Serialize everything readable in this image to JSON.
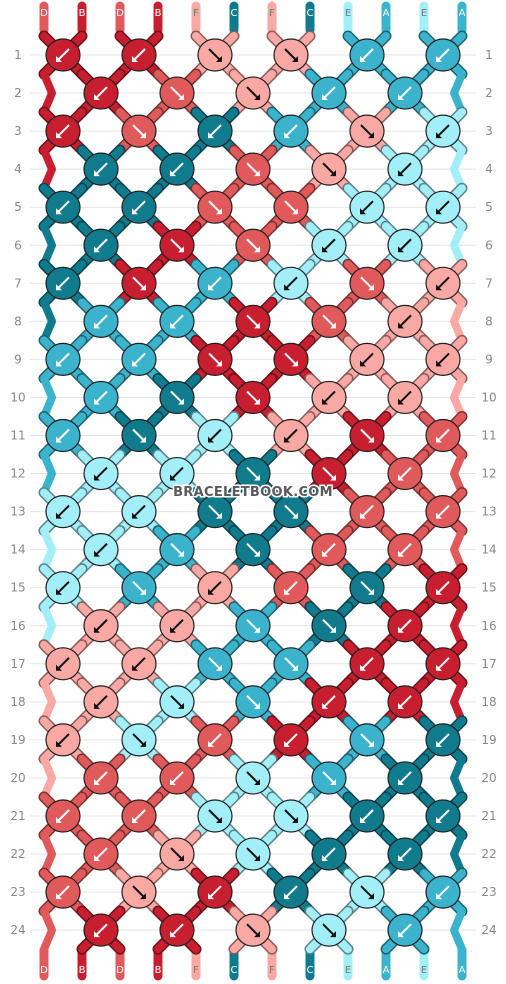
{
  "colors": {
    "D": "#e05a5c",
    "B": "#c71f2f",
    "F": "#faa8a4",
    "C": "#117b8e",
    "E": "#a3eff9",
    "A": "#3bb3cc"
  },
  "strands_top": [
    "D",
    "B",
    "D",
    "B",
    "F",
    "C",
    "F",
    "C",
    "E",
    "A",
    "E",
    "A"
  ],
  "strands_bottom": [
    "D",
    "B",
    "D",
    "B",
    "F",
    "C",
    "F",
    "C",
    "E",
    "A",
    "E",
    "A"
  ],
  "row_numbers": [
    "1",
    "2",
    "3",
    "4",
    "5",
    "6",
    "7",
    "8",
    "9",
    "10",
    "11",
    "12",
    "13",
    "14",
    "15",
    "16",
    "17",
    "18",
    "19",
    "20",
    "21",
    "22",
    "23",
    "24"
  ],
  "watermark": "BRACELETBOOK.COM",
  "knots": [
    [
      [
        "B",
        "sw"
      ],
      [
        "B",
        "sw"
      ],
      [
        "F",
        "se"
      ],
      [
        "F",
        "se"
      ],
      [
        "A",
        "sw"
      ],
      [
        "A",
        "sw"
      ]
    ],
    [
      [
        "B",
        "sw"
      ],
      [
        "D",
        "se"
      ],
      [
        "F",
        "se"
      ],
      [
        "A",
        "sw"
      ],
      [
        "A",
        "sw"
      ]
    ],
    [
      [
        "B",
        "sw"
      ],
      [
        "D",
        "se"
      ],
      [
        "C",
        "sw"
      ],
      [
        "A",
        "sw"
      ],
      [
        "F",
        "se"
      ],
      [
        "E",
        "sw"
      ]
    ],
    [
      [
        "C",
        "sw"
      ],
      [
        "C",
        "sw"
      ],
      [
        "D",
        "se"
      ],
      [
        "F",
        "se"
      ],
      [
        "E",
        "sw"
      ]
    ],
    [
      [
        "C",
        "sw"
      ],
      [
        "C",
        "sw"
      ],
      [
        "D",
        "se"
      ],
      [
        "D",
        "se"
      ],
      [
        "E",
        "sw"
      ],
      [
        "E",
        "sw"
      ]
    ],
    [
      [
        "C",
        "sw"
      ],
      [
        "B",
        "se"
      ],
      [
        "D",
        "se"
      ],
      [
        "E",
        "sw"
      ],
      [
        "E",
        "sw"
      ]
    ],
    [
      [
        "C",
        "sw"
      ],
      [
        "B",
        "se"
      ],
      [
        "A",
        "sw"
      ],
      [
        "E",
        "sw"
      ],
      [
        "D",
        "se"
      ],
      [
        "F",
        "sw"
      ]
    ],
    [
      [
        "A",
        "sw"
      ],
      [
        "A",
        "sw"
      ],
      [
        "B",
        "se"
      ],
      [
        "D",
        "se"
      ],
      [
        "F",
        "sw"
      ]
    ],
    [
      [
        "A",
        "sw"
      ],
      [
        "A",
        "sw"
      ],
      [
        "B",
        "se"
      ],
      [
        "B",
        "se"
      ],
      [
        "F",
        "sw"
      ],
      [
        "F",
        "sw"
      ]
    ],
    [
      [
        "A",
        "sw"
      ],
      [
        "C",
        "se"
      ],
      [
        "B",
        "se"
      ],
      [
        "F",
        "sw"
      ],
      [
        "F",
        "sw"
      ]
    ],
    [
      [
        "A",
        "sw"
      ],
      [
        "C",
        "se"
      ],
      [
        "E",
        "sw"
      ],
      [
        "F",
        "sw"
      ],
      [
        "B",
        "se"
      ],
      [
        "D",
        "sw"
      ]
    ],
    [
      [
        "E",
        "sw"
      ],
      [
        "E",
        "sw"
      ],
      [
        "C",
        "se"
      ],
      [
        "B",
        "se"
      ],
      [
        "D",
        "sw"
      ]
    ],
    [
      [
        "E",
        "sw"
      ],
      [
        "E",
        "sw"
      ],
      [
        "C",
        "se"
      ],
      [
        "C",
        "se"
      ],
      [
        "D",
        "sw"
      ],
      [
        "D",
        "sw"
      ]
    ],
    [
      [
        "E",
        "sw"
      ],
      [
        "A",
        "se"
      ],
      [
        "C",
        "se"
      ],
      [
        "D",
        "sw"
      ],
      [
        "D",
        "sw"
      ]
    ],
    [
      [
        "E",
        "sw"
      ],
      [
        "A",
        "se"
      ],
      [
        "F",
        "sw"
      ],
      [
        "D",
        "sw"
      ],
      [
        "C",
        "se"
      ],
      [
        "B",
        "sw"
      ]
    ],
    [
      [
        "F",
        "sw"
      ],
      [
        "F",
        "sw"
      ],
      [
        "A",
        "se"
      ],
      [
        "C",
        "se"
      ],
      [
        "B",
        "sw"
      ]
    ],
    [
      [
        "F",
        "sw"
      ],
      [
        "F",
        "sw"
      ],
      [
        "A",
        "se"
      ],
      [
        "A",
        "se"
      ],
      [
        "B",
        "sw"
      ],
      [
        "B",
        "sw"
      ]
    ],
    [
      [
        "F",
        "sw"
      ],
      [
        "E",
        "se"
      ],
      [
        "A",
        "se"
      ],
      [
        "B",
        "sw"
      ],
      [
        "B",
        "sw"
      ]
    ],
    [
      [
        "F",
        "sw"
      ],
      [
        "E",
        "se"
      ],
      [
        "D",
        "sw"
      ],
      [
        "B",
        "sw"
      ],
      [
        "A",
        "se"
      ],
      [
        "C",
        "sw"
      ]
    ],
    [
      [
        "D",
        "sw"
      ],
      [
        "D",
        "sw"
      ],
      [
        "E",
        "se"
      ],
      [
        "A",
        "se"
      ],
      [
        "C",
        "sw"
      ]
    ],
    [
      [
        "D",
        "sw"
      ],
      [
        "D",
        "sw"
      ],
      [
        "E",
        "se"
      ],
      [
        "E",
        "se"
      ],
      [
        "C",
        "sw"
      ],
      [
        "C",
        "sw"
      ]
    ],
    [
      [
        "D",
        "sw"
      ],
      [
        "F",
        "se"
      ],
      [
        "E",
        "se"
      ],
      [
        "C",
        "sw"
      ],
      [
        "C",
        "sw"
      ]
    ],
    [
      [
        "D",
        "sw"
      ],
      [
        "F",
        "se"
      ],
      [
        "B",
        "sw"
      ],
      [
        "C",
        "sw"
      ],
      [
        "E",
        "se"
      ],
      [
        "A",
        "sw"
      ]
    ],
    [
      [
        "B",
        "sw"
      ],
      [
        "B",
        "sw"
      ],
      [
        "F",
        "se"
      ],
      [
        "E",
        "se"
      ],
      [
        "A",
        "sw"
      ]
    ]
  ]
}
